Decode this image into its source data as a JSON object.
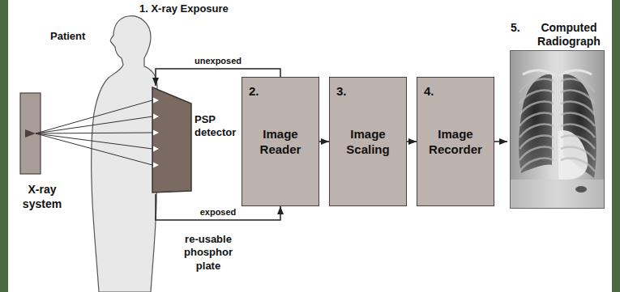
{
  "diagram": {
    "nodes": [
      {
        "text": [
          "PSP detector"
        ]
      },
      {
        "text": [
          "2.",
          "Image Reader"
        ]
      },
      {
        "text": [
          "3.",
          "Image Scaling"
        ]
      },
      {
        "text": [
          "4.",
          "Image Recorder"
        ]
      },
      {
        "text": [
          "5.",
          "Computed Radiograph"
        ]
      }
    ],
    "edges": [
      {
        "from": 1,
        "to": 0,
        "arrow": "to",
        "label": "unexposed"
      },
      {
        "from": 0,
        "to": 1,
        "arrow": "to",
        "label": "exposed"
      },
      {
        "from": 1,
        "to": 2,
        "arrow": "to"
      },
      {
        "from": 2,
        "to": 3,
        "arrow": "to"
      },
      {
        "from": 3,
        "to": 4,
        "arrow": "to"
      }
    ],
    "labels": [
      "1. X-ray Exposure",
      "Patient",
      "X-ray system",
      "re-usable phosphor plate"
    ]
  }
}
